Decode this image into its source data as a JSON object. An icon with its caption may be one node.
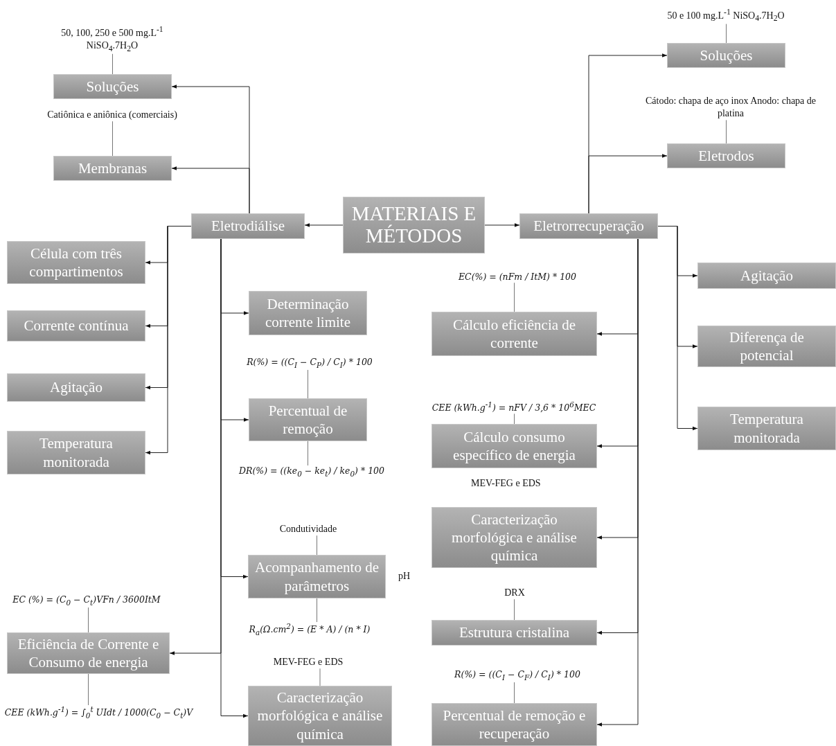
{
  "diagram": {
    "nodes": [
      {
        "text": [
          "MATERIAIS E MÉTODOS"
        ]
      },
      {
        "text": [
          "Eletrodiálise"
        ]
      },
      {
        "text": [
          "Eletrorrecuperação"
        ]
      },
      {
        "text": [
          "50, 100, 250 e 500 mg.L$^{-1}$ NiSO$_{4}$.7H$_{2}$O"
        ]
      },
      {
        "text": [
          "Soluções"
        ]
      },
      {
        "text": [
          "Catiônica e aniônica (comerciais)"
        ]
      },
      {
        "text": [
          "Membranas"
        ]
      },
      {
        "text": [
          "Célula com três compartimentos"
        ]
      },
      {
        "text": [
          "Corrente contínua"
        ]
      },
      {
        "text": [
          "Agitação"
        ]
      },
      {
        "text": [
          "Temperatura monitorada"
        ]
      },
      {
        "text": [
          "Determinação corrente limite"
        ]
      },
      {
        "text": [
          "R(%) = ((C$_{I}$ − C$_{P}$) / C$_{I}$) * 100"
        ]
      },
      {
        "text": [
          "Percentual de remoção"
        ]
      },
      {
        "text": [
          "DR(%) = ((ke$_{0}$ − ke$_{t}$) / ke$_{0}$) * 100"
        ]
      },
      {
        "text": [
          "Condutividade"
        ]
      },
      {
        "text": [
          "Acompanhamento de parâmetros"
        ],
        "beside": [
          "pH"
        ]
      },
      {
        "text": [
          "R$_{a}$(Ω.cm$^{2}$) = (E * A) / (n * I)"
        ]
      },
      {
        "text": [
          "MEV-FEG e EDS"
        ]
      },
      {
        "text": [
          "Caracterização morfológica e análise química"
        ]
      },
      {
        "text": [
          "EC (%) = (C$_{0}$ − C$_{t}$)VFn / 3600ItM"
        ]
      },
      {
        "text": [
          "Eficiência de Corrente e Consumo de energia"
        ]
      },
      {
        "text": [
          "CEE (kWh.g$^{-1}$) = ∫$_{0}$$^{t}$ UIdt / 1000(C$_{0}$ − C$_{t}$)V"
        ]
      },
      {
        "text": [
          "50 e 100 mg.L$^{-1}$ NiSO$_{4}$.7H$_{2}$O"
        ]
      },
      {
        "text": [
          "Soluções"
        ]
      },
      {
        "text": [
          "Cátodo: chapa de aço inox Anodo: chapa de platina"
        ]
      },
      {
        "text": [
          "Eletrodos"
        ]
      },
      {
        "text": [
          "Agitação"
        ]
      },
      {
        "text": [
          "Diferença de potencial"
        ]
      },
      {
        "text": [
          "Temperatura monitorada"
        ]
      },
      {
        "text": [
          "EC(%) = (nFm / ItM) * 100"
        ]
      },
      {
        "text": [
          "Cálculo eficiência de corrente"
        ]
      },
      {
        "text": [
          "CEE (kWh.g$^{-1}$) = nFV / 3,6 * 10$^{6}$MEC"
        ]
      },
      {
        "text": [
          "Cálculo consumo específico de energia"
        ]
      },
      {
        "text": [
          "Caracterização morfológica e análise química"
        ]
      },
      {
        "text": [
          "DRX"
        ]
      },
      {
        "text": [
          "Estrutura cristalina"
        ]
      },
      {
        "text": [
          "R(%) = ((C$_{I}$ − C$_{F}$) / C$_{I}$) * 100"
        ]
      },
      {
        "text": [
          "Percentual de remoção e recuperação"
        ]
      }
    ],
    "edges": [
      {
        "from": 0,
        "to": 1,
        "arrow": "to"
      },
      {
        "from": 0,
        "to": 2,
        "arrow": "to"
      },
      {
        "from": 1,
        "to": 4,
        "arrow": "to"
      },
      {
        "from": 1,
        "to": 6,
        "arrow": "to"
      },
      {
        "from": 1,
        "to": 7,
        "arrow": "to"
      },
      {
        "from": 1,
        "to": 8,
        "arrow": "to"
      },
      {
        "from": 1,
        "to": 9,
        "arrow": "to"
      },
      {
        "from": 1,
        "to": 10,
        "arrow": "to"
      },
      {
        "from": 1,
        "to": 11,
        "arrow": "to"
      },
      {
        "from": 1,
        "to": 13,
        "arrow": "to"
      },
      {
        "from": 1,
        "to": 16,
        "arrow": "to"
      },
      {
        "from": 1,
        "to": 19,
        "arrow": "to"
      },
      {
        "from": 1,
        "to": 21,
        "arrow": "to"
      },
      {
        "from": 2,
        "to": 24,
        "arrow": "to"
      },
      {
        "from": 2,
        "to": 26,
        "arrow": "to"
      },
      {
        "from": 2,
        "to": 27,
        "arrow": "to"
      },
      {
        "from": 2,
        "to": 28,
        "arrow": "to"
      },
      {
        "from": 2,
        "to": 29,
        "arrow": "to"
      },
      {
        "from": 2,
        "to": 31,
        "arrow": "to"
      },
      {
        "from": 2,
        "to": 33,
        "arrow": "to"
      },
      {
        "from": 2,
        "to": 34,
        "arrow": "to"
      },
      {
        "from": 2,
        "to": 36,
        "arrow": "to"
      },
      {
        "from": 2,
        "to": 38,
        "arrow": "to"
      },
      {
        "from": 3,
        "to": 4,
        "arrow": "none"
      },
      {
        "from": 5,
        "to": 6,
        "arrow": "none"
      },
      {
        "from": 12,
        "to": 13,
        "arrow": "none"
      },
      {
        "from": 14,
        "to": 13,
        "arrow": "none"
      },
      {
        "from": 15,
        "to": 16,
        "arrow": "none"
      },
      {
        "from": 17,
        "to": 16,
        "arrow": "none"
      },
      {
        "from": 18,
        "to": 19,
        "arrow": "none"
      },
      {
        "from": 20,
        "to": 21,
        "arrow": "none"
      },
      {
        "from": 22,
        "to": 21,
        "arrow": "none"
      },
      {
        "from": 23,
        "to": 24,
        "arrow": "none"
      },
      {
        "from": 25,
        "to": 26,
        "arrow": "none"
      },
      {
        "from": 30,
        "to": 31,
        "arrow": "none"
      },
      {
        "from": 32,
        "to": 33,
        "arrow": "none"
      },
      {
        "from": 35,
        "to": 36,
        "arrow": "none"
      },
      {
        "from": 37,
        "to": 38,
        "arrow": "none"
      }
    ],
    "labels": [
      "MEV-FEG e EDS"
    ]
  }
}
